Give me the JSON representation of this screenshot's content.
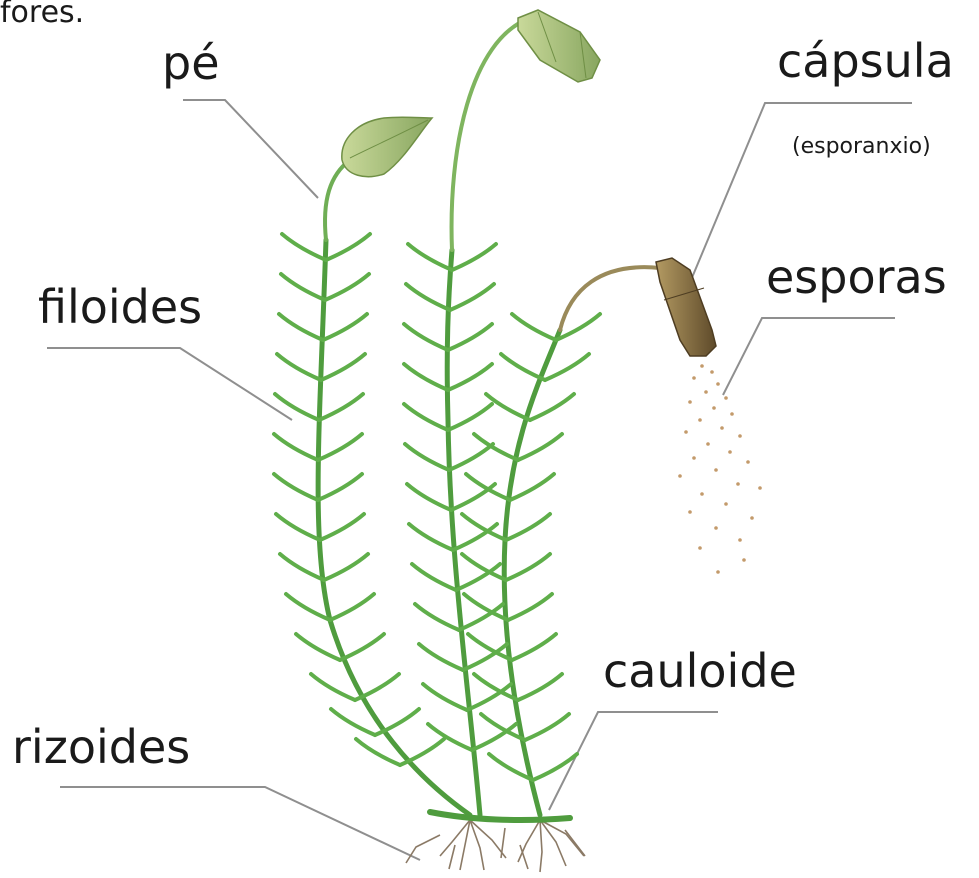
{
  "labels": {
    "top_fragment": "fores.",
    "pe": "pé",
    "capsula": "cápsula",
    "esporanxio": "(esporanxio)",
    "esporas": "esporas",
    "filoides": "filoides",
    "cauloide": "cauloide",
    "rizoides": "rizoides"
  },
  "colors": {
    "leaf": "#5fae4a",
    "leaf_dark": "#3f8a35",
    "capsule_green": "#a9c37a",
    "capsule_brown": "#8a7042",
    "stalk_brown": "#9a8a5a",
    "root": "#8b7a66",
    "leader": "#8f8f8f",
    "spore": "#c39a6b"
  },
  "icons": [
    "moss-plant-illustration"
  ]
}
